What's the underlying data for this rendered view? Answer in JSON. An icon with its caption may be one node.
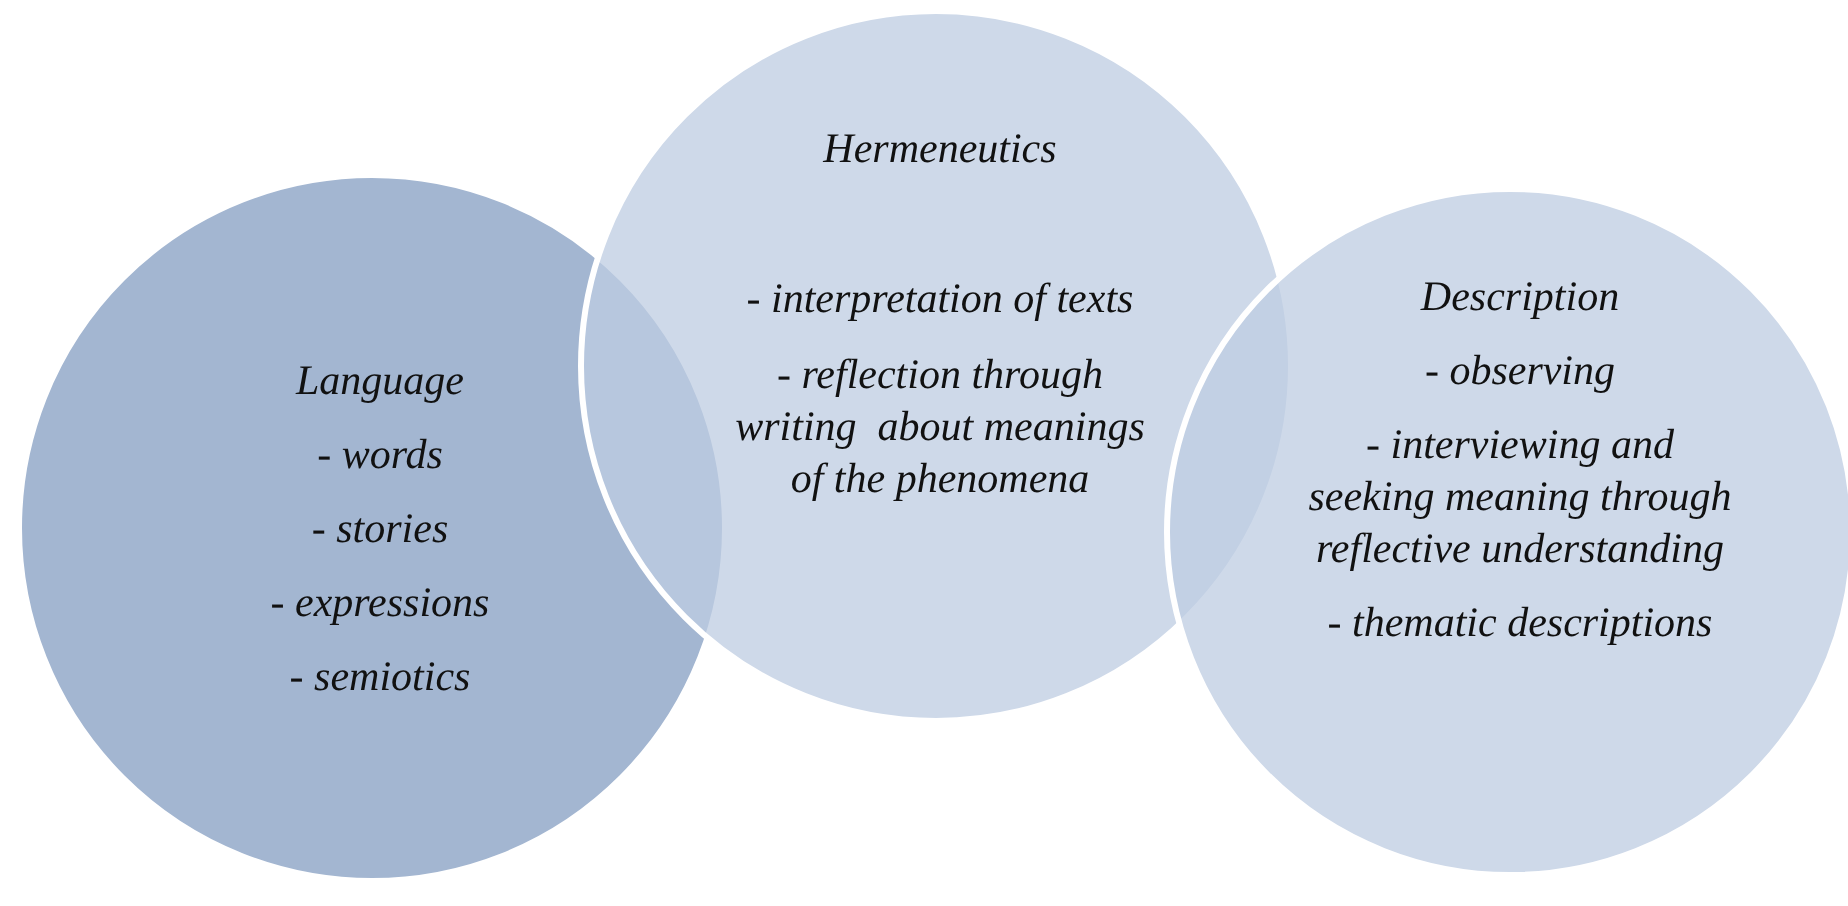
{
  "diagram": {
    "nodes": [
      {
        "text": [
          "Language",
          "- words",
          "- stories",
          "- expressions",
          "- semiotics"
        ]
      },
      {
        "text": [
          "Hermeneutics",
          "- interpretation of texts",
          "- reflection through writing  about meanings of the phenomena"
        ]
      },
      {
        "text": [
          "Description",
          "- observing",
          "- interviewing and seeking meaning through reflective understanding",
          "- thematic descriptions"
        ]
      }
    ]
  }
}
